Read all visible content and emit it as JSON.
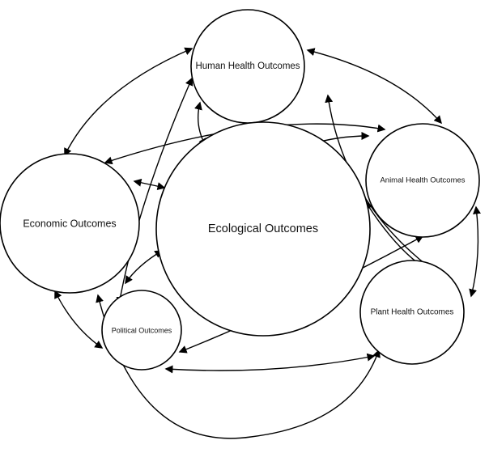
{
  "diagram": {
    "nodes": [
      {
        "id": "human",
        "label": "Human Health Outcomes"
      },
      {
        "id": "animal",
        "label": "Animal Health Outcomes"
      },
      {
        "id": "economic",
        "label": "Economic Outcomes"
      },
      {
        "id": "ecological",
        "label": "Ecological Outcomes"
      },
      {
        "id": "political",
        "label": "Political Outcomes"
      },
      {
        "id": "plant",
        "label": "Plant Health Outcomes"
      }
    ],
    "edges": [
      {
        "from": "human",
        "to": "economic",
        "direction": "both"
      },
      {
        "from": "human",
        "to": "animal",
        "direction": "both"
      },
      {
        "from": "human",
        "to": "ecological",
        "direction": "both"
      },
      {
        "from": "human",
        "to": "political",
        "direction": "both"
      },
      {
        "from": "human",
        "to": "plant",
        "direction": "both"
      },
      {
        "from": "economic",
        "to": "animal",
        "direction": "both"
      },
      {
        "from": "economic",
        "to": "ecological",
        "direction": "both"
      },
      {
        "from": "economic",
        "to": "political",
        "direction": "both"
      },
      {
        "from": "economic",
        "to": "plant",
        "direction": "both"
      },
      {
        "from": "ecological",
        "to": "animal",
        "direction": "both"
      },
      {
        "from": "ecological",
        "to": "political",
        "direction": "both"
      },
      {
        "from": "ecological",
        "to": "plant",
        "direction": "both"
      },
      {
        "from": "animal",
        "to": "plant",
        "direction": "both"
      },
      {
        "from": "animal",
        "to": "political",
        "direction": "both"
      },
      {
        "from": "political",
        "to": "plant",
        "direction": "both"
      }
    ],
    "colors": {
      "stroke": "#000000",
      "fill": "#ffffff",
      "text": "#111111"
    }
  }
}
